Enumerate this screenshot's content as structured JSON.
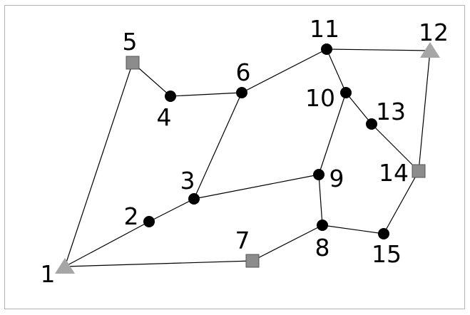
{
  "diagram": {
    "type": "network-graph",
    "colors": {
      "frame": "#b3b3b3",
      "edge": "#000000",
      "circle_node": "#000000",
      "square_node_fill": "#8c8c8c",
      "square_node_stroke": "#555555",
      "triangle_node": "#a6a6a6",
      "label": "#000000"
    },
    "nodes": [
      {
        "id": "1",
        "label": "1",
        "shape": "triangle"
      },
      {
        "id": "2",
        "label": "2",
        "shape": "circle"
      },
      {
        "id": "3",
        "label": "3",
        "shape": "circle"
      },
      {
        "id": "4",
        "label": "4",
        "shape": "circle"
      },
      {
        "id": "5",
        "label": "5",
        "shape": "square"
      },
      {
        "id": "6",
        "label": "6",
        "shape": "circle"
      },
      {
        "id": "7",
        "label": "7",
        "shape": "square"
      },
      {
        "id": "8",
        "label": "8",
        "shape": "circle"
      },
      {
        "id": "9",
        "label": "9",
        "shape": "circle"
      },
      {
        "id": "10",
        "label": "10",
        "shape": "circle"
      },
      {
        "id": "11",
        "label": "11",
        "shape": "circle"
      },
      {
        "id": "12",
        "label": "12",
        "shape": "triangle"
      },
      {
        "id": "13",
        "label": "13",
        "shape": "circle"
      },
      {
        "id": "14",
        "label": "14",
        "shape": "square"
      },
      {
        "id": "15",
        "label": "15",
        "shape": "circle"
      }
    ],
    "edges": [
      [
        "1",
        "5"
      ],
      [
        "1",
        "2"
      ],
      [
        "2",
        "3"
      ],
      [
        "3",
        "6"
      ],
      [
        "3",
        "9"
      ],
      [
        "1",
        "7"
      ],
      [
        "7",
        "8"
      ],
      [
        "8",
        "9"
      ],
      [
        "8",
        "15"
      ],
      [
        "9",
        "10"
      ],
      [
        "10",
        "11"
      ],
      [
        "10",
        "13"
      ],
      [
        "13",
        "14"
      ],
      [
        "14",
        "12"
      ],
      [
        "14",
        "15"
      ],
      [
        "11",
        "12"
      ],
      [
        "11",
        "6"
      ],
      [
        "6",
        "4"
      ],
      [
        "4",
        "5"
      ]
    ]
  }
}
